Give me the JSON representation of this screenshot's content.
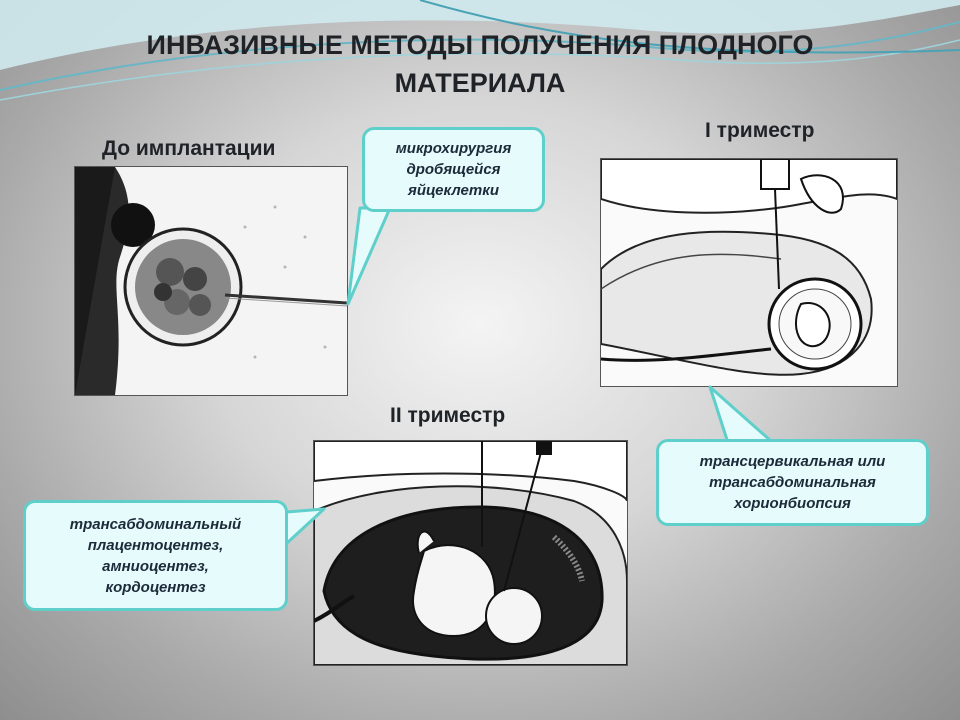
{
  "title": {
    "line1": "ИНВАЗИВНЫЕ МЕТОДЫ ПОЛУЧЕНИЯ ПЛОДНОГО",
    "line2": "МАТЕРИАЛА"
  },
  "sections": {
    "preimplantation": "До имплантации",
    "trimester1": "I триместр",
    "trimester2": "II триместр"
  },
  "callouts": {
    "microsurgery": "микрохирургия\nдробящейся\nяйцеклетки",
    "chorion": "трансцервикальная или\nтрансабдоминальная\nхорионбиопсия",
    "amnio": "трансабдоминальный\nплацентоцентез,\nамниоцентез,\nкордоцентез"
  },
  "colors": {
    "callout_fill": "#e6fbfb",
    "callout_border": "#5ecfca",
    "title_text": "#1f2226"
  }
}
